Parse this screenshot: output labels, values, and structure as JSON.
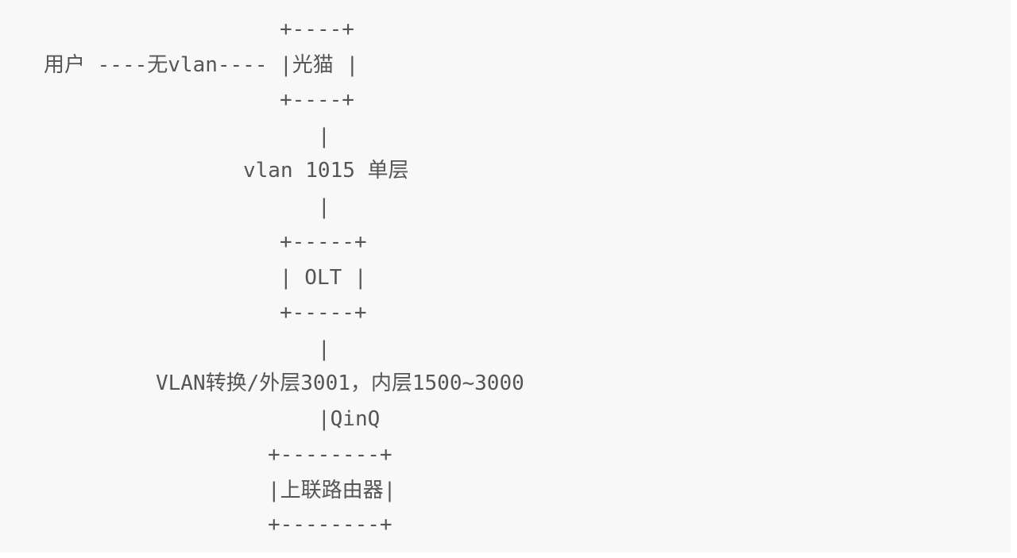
{
  "diagram": {
    "lines": [
      "+----+",
      "用户 ----无vlan---- |光猫 |",
      "+----+",
      "|",
      "vlan 1015 单层",
      "|",
      "+-----+",
      "| OLT |",
      "+-----+",
      "|",
      "VLAN转换/外层3001，内层1500~3000",
      "|QinQ",
      "+--------+",
      "|上联路由器|",
      "+--------+"
    ]
  }
}
